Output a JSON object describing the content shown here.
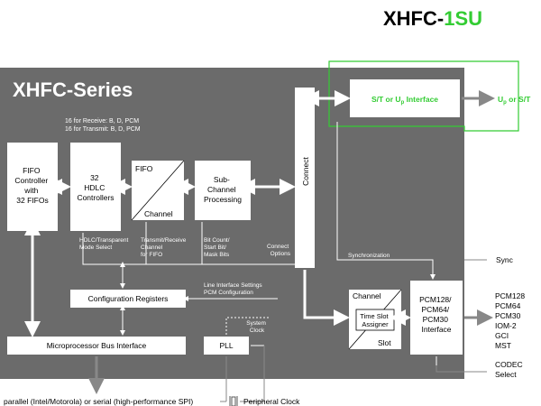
{
  "product": {
    "prefix": "XHFC-",
    "suffix": "1SU",
    "suffix_color": "#33cc33"
  },
  "series_title": "XHFC-Series",
  "colors": {
    "panel": "#6b6b6b",
    "green": "#33cc33",
    "box_fill": "#ffffff",
    "line": "#ffffff",
    "text_dark": "#000000"
  },
  "fifo_ranges": [
    "16 for Receive: B, D, PCM",
    "16 for Transmit: B, D, PCM"
  ],
  "blocks": {
    "fifo_controller": [
      "FIFO",
      "Controller",
      "with",
      "32 FIFOs"
    ],
    "hdlc": [
      "32",
      "HDLC",
      "Controllers"
    ],
    "fifo_channel_top": "FIFO",
    "fifo_channel_bottom": "Channel",
    "subchannel": [
      "Sub-",
      "Channel",
      "Processing"
    ],
    "connect": "Connect",
    "st_interface": {
      "main": "S/T or U",
      "sub": "p",
      "tail": " Interface"
    },
    "config_registers": "Configuration Registers",
    "microprocessor": "Microprocessor Bus Interface",
    "pll": "PLL",
    "tsa_channel": "Channel",
    "tsa_assigner": [
      "Time Slot",
      "Assigner"
    ],
    "tsa_slot": "Slot",
    "pcm": [
      "PCM128/",
      "PCM64/",
      "PCM30",
      "Interface"
    ]
  },
  "notes": {
    "hdlc_mode": [
      "HDLC/Transparent",
      "Mode Select"
    ],
    "transmit_receive": [
      "Transmit/Receive",
      "Channel",
      "for FIFO"
    ],
    "bit_count": [
      "Bit Count/",
      "Start Bit/",
      "Mask Bits"
    ],
    "connect_options": [
      "Connect",
      "Options"
    ],
    "synchronization": "Synchronization",
    "line_interface": [
      "Line Interface Settings",
      "PCM Configuration"
    ],
    "system_clock": [
      "System",
      "Clock"
    ]
  },
  "outside": {
    "up_st": {
      "main": "U",
      "sub": "p",
      "tail": " or S/T"
    },
    "sync": "Sync",
    "pcm_list": [
      "PCM128",
      "PCM64",
      "PCM30",
      "IOM-2",
      "GCI",
      "MST"
    ],
    "codec": [
      "CODEC",
      "Select"
    ],
    "bus_note": "parallel (Intel/Motorola) or serial (high-performance SPI)",
    "peripheral_clock": "Peripheral Clock"
  }
}
